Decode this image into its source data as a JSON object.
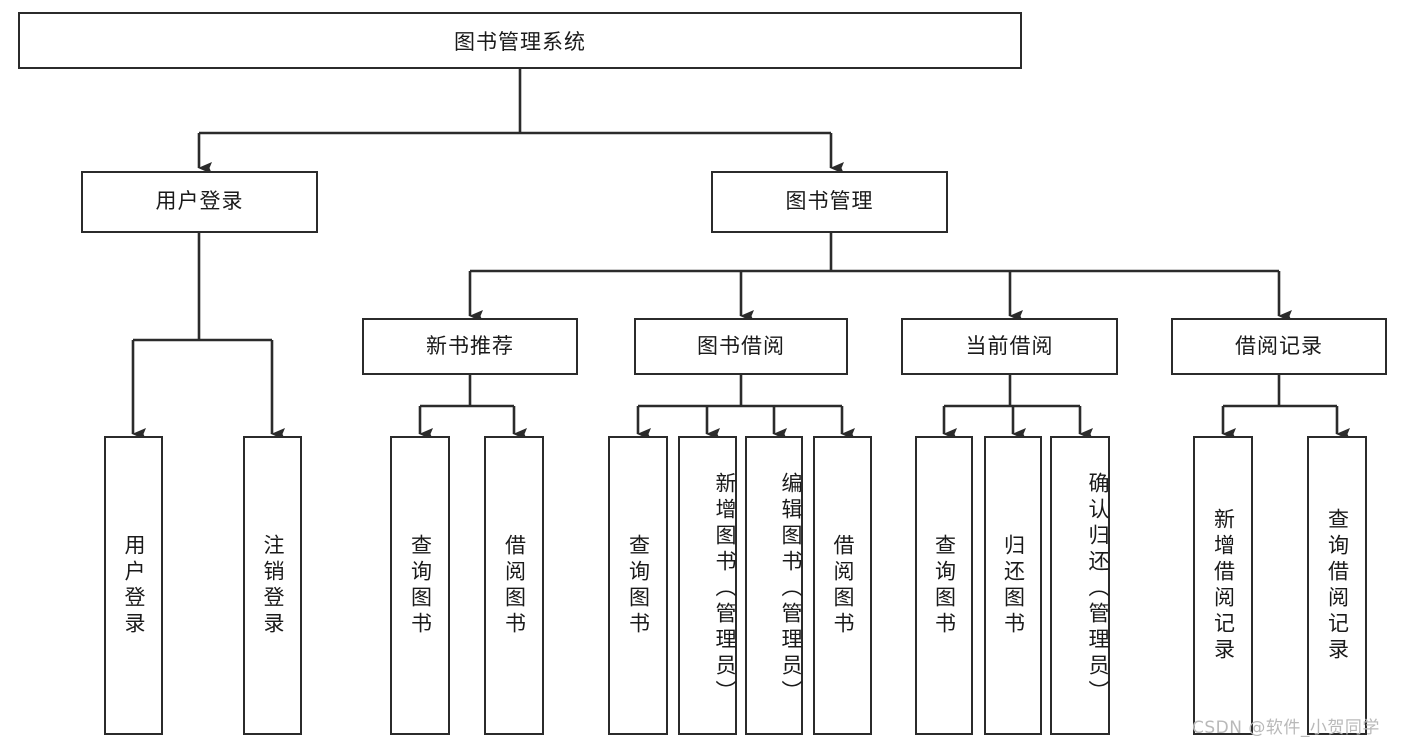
{
  "diagram": {
    "type": "tree",
    "title": "图书管理系统",
    "orientation": "top-down",
    "colors": {
      "box_border": "#2b2b2b",
      "box_fill": "#ffffff",
      "connector": "#2b2b2b",
      "text": "#1a1a1a",
      "watermark": "#b9b9b9",
      "background": "#ffffff"
    }
  },
  "root": {
    "label": "图书管理系统"
  },
  "level2": [
    {
      "label": "用户登录"
    },
    {
      "label": "图书管理"
    }
  ],
  "level3": [
    {
      "label": "新书推荐"
    },
    {
      "label": "图书借阅"
    },
    {
      "label": "当前借阅"
    },
    {
      "label": "借阅记录"
    }
  ],
  "leaves": [
    {
      "label": "用户登录",
      "parent": "用户登录"
    },
    {
      "label": "注销登录",
      "parent": "用户登录"
    },
    {
      "label": "查询图书",
      "parent": "新书推荐"
    },
    {
      "label": "借阅图书",
      "parent": "新书推荐"
    },
    {
      "label": "查询图书",
      "parent": "图书借阅"
    },
    {
      "label": "新增图书（管理员）",
      "parent": "图书借阅"
    },
    {
      "label": "编辑图书（管理员）",
      "parent": "图书借阅"
    },
    {
      "label": "借阅图书",
      "parent": "图书借阅"
    },
    {
      "label": "查询图书",
      "parent": "当前借阅"
    },
    {
      "label": "归还图书",
      "parent": "当前借阅"
    },
    {
      "label": "确认归还（管理员）",
      "parent": "当前借阅"
    },
    {
      "label": "新增借阅记录",
      "parent": "借阅记录"
    },
    {
      "label": "查询借阅记录",
      "parent": "借阅记录"
    }
  ],
  "watermark": {
    "text": "CSDN @软件_小贺同学"
  }
}
